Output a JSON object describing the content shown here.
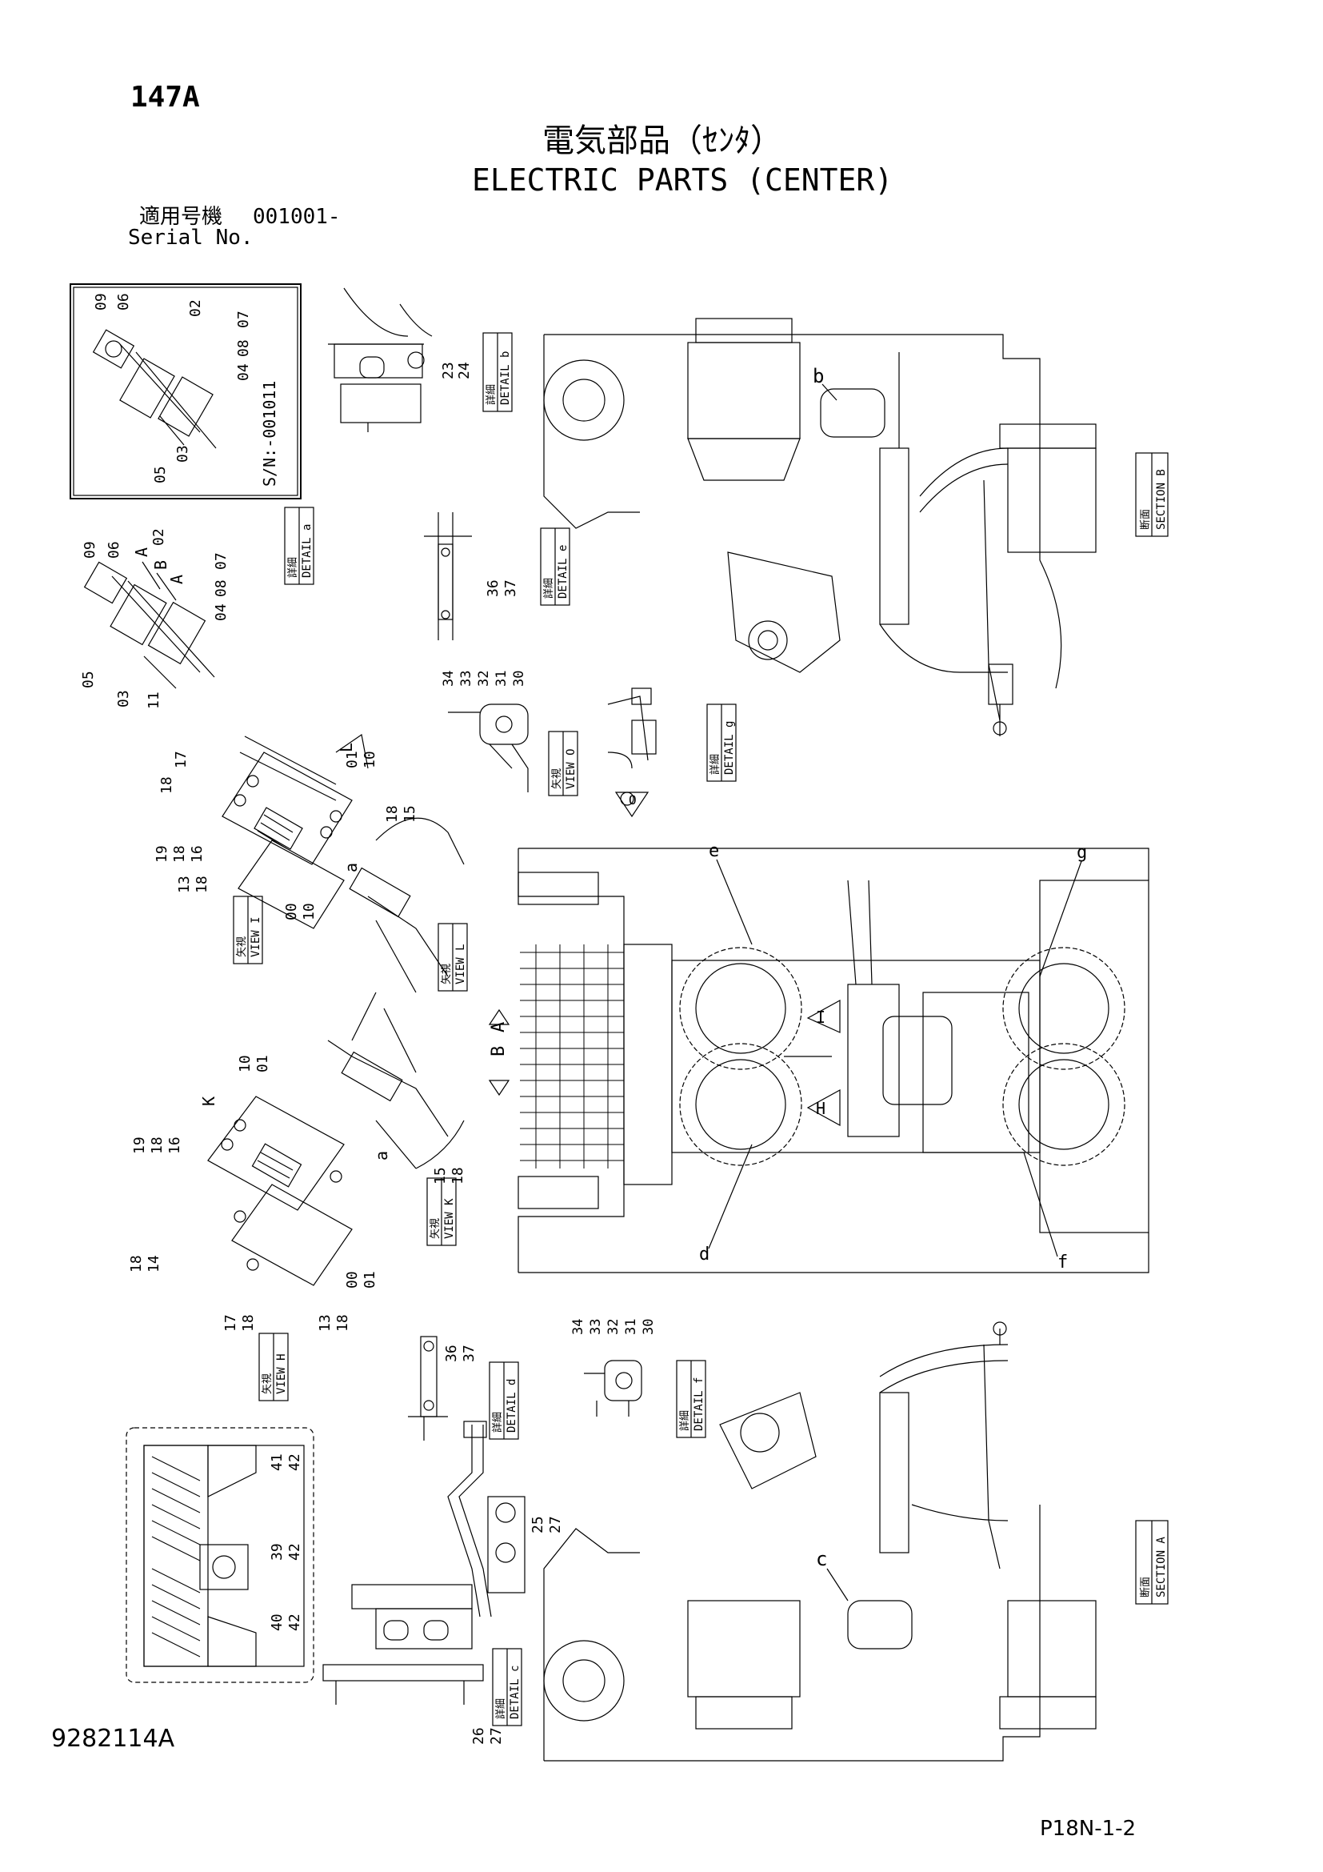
{
  "header": {
    "page_code": "147A",
    "title_jp": "電気部品（ｾﾝﾀ）",
    "title_en": "ELECTRIC PARTS (CENTER)",
    "serial_label_jp": "適用号機",
    "serial_value": "001001-",
    "serial_label_en": "Serial No."
  },
  "footer": {
    "drawing_no": "9282114A",
    "page_ref": "P18N-1-2"
  },
  "inset": {
    "serial_range": "S/N:-001011"
  },
  "labels": {
    "detail_a": "DETAIL a",
    "detail_b": "DETAIL b",
    "detail_c": "DETAIL c",
    "detail_d": "DETAIL d",
    "detail_e": "DETAIL e",
    "detail_f": "DETAIL f",
    "detail_g": "DETAIL g",
    "view_o": "VIEW O",
    "view_i": "VIEW I",
    "view_l": "VIEW L",
    "view_k": "VIEW K",
    "view_h": "VIEW H",
    "section_a": "SECTION A",
    "section_b": "SECTION B",
    "jp_detail": "詳細",
    "jp_view": "矢視",
    "jp_section": "断面"
  },
  "part_numbers": {
    "p00": "00",
    "p01": "01",
    "p02": "02",
    "p03": "03",
    "p04": "04",
    "p05": "05",
    "p06": "06",
    "p07": "07",
    "p08": "08",
    "p09": "09",
    "p10": "10",
    "p11": "11",
    "p13": "13",
    "p14": "14",
    "p15": "15",
    "p16": "16",
    "p17": "17",
    "p18": "18",
    "p19": "19",
    "p23": "23",
    "p24": "24",
    "p25": "25",
    "p26": "26",
    "p27": "27",
    "p30": "30",
    "p31": "31",
    "p32": "32",
    "p33": "33",
    "p34": "34",
    "p36": "36",
    "p37": "37",
    "p39": "39",
    "p40": "40",
    "p41": "41",
    "p42": "42"
  },
  "letters": {
    "a": "a",
    "b": "b",
    "c": "c",
    "d": "d",
    "e": "e",
    "f": "f",
    "g": "g",
    "A": "A",
    "B": "B",
    "H": "H",
    "I": "I",
    "K": "K",
    "L": "L",
    "O": "O"
  }
}
